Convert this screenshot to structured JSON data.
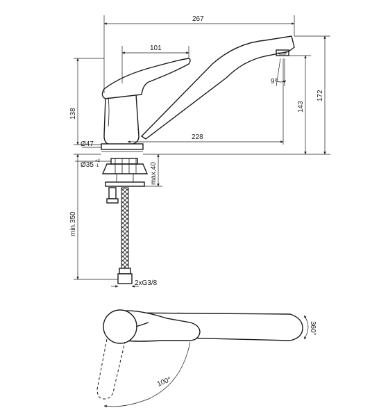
{
  "dimensions": {
    "overall_reach": "267",
    "lever_length": "101",
    "body_height": "138",
    "spout_angle": "9°",
    "spout_clearance": "143",
    "total_height": "172",
    "base_diameter": "Ø47",
    "spout_projection": "228",
    "hole_diameter": "Ø35",
    "hole_tol_upper": "+2",
    "hole_tol_lower": "-1",
    "max_deck": "max.40",
    "hose_length": "min.350",
    "hose_connection": "2xG3/8",
    "rotation_angle": "360°",
    "lever_swing": "100°"
  }
}
